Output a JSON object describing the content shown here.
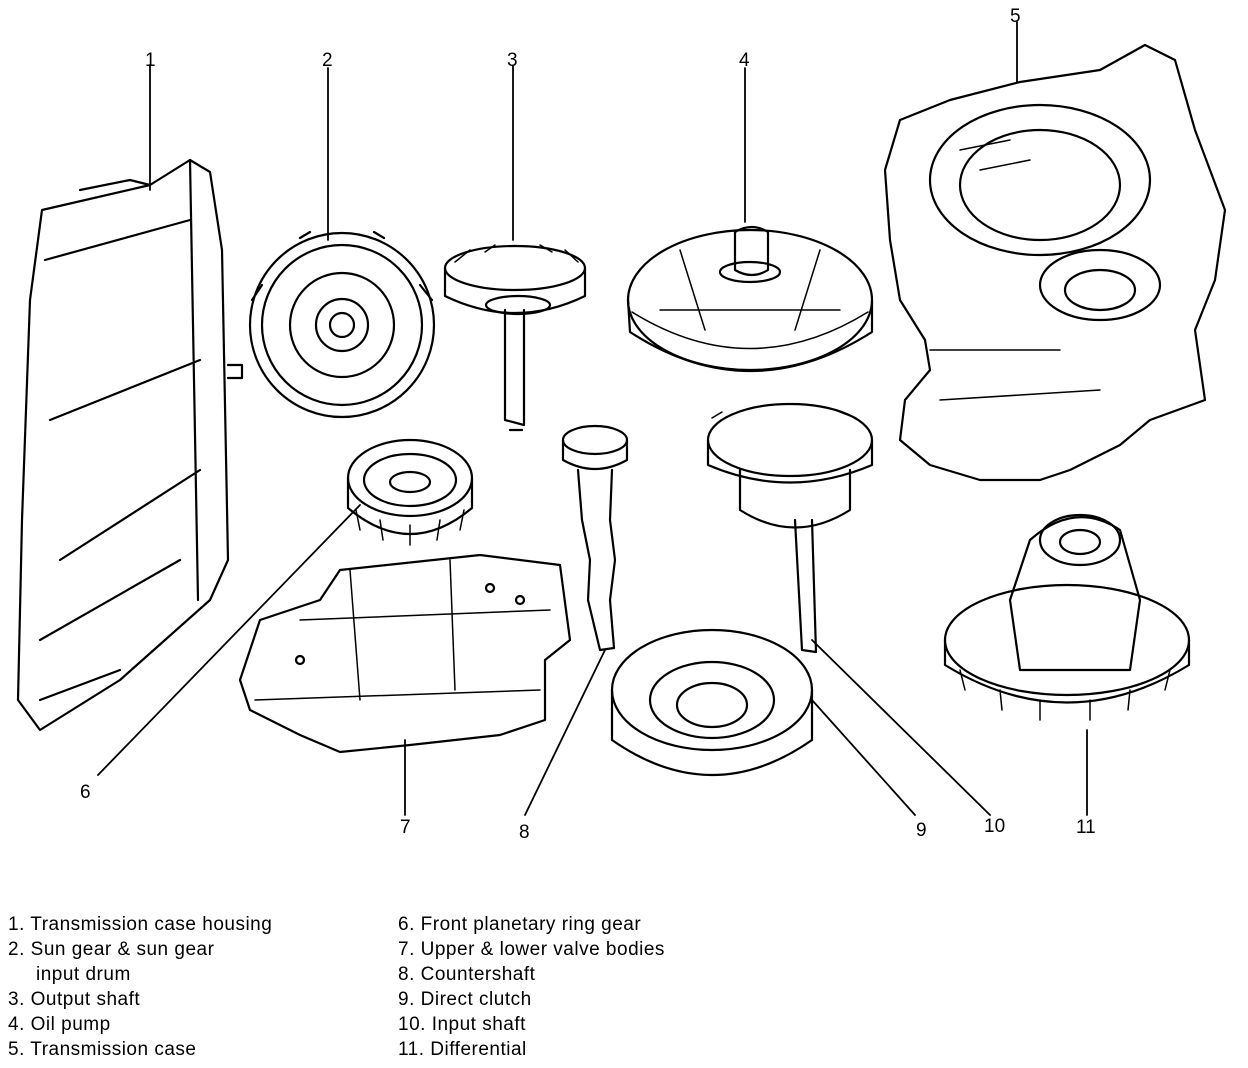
{
  "callouts": {
    "c1": "1",
    "c2": "2",
    "c3": "3",
    "c4": "4",
    "c5": "5",
    "c6": "6",
    "c7": "7",
    "c8": "8",
    "c9": "9",
    "c10": "10",
    "c11": "11"
  },
  "legend": {
    "left": [
      {
        "num": "1.",
        "text": "Transmission case housing"
      },
      {
        "num": "2.",
        "text": "Sun gear & sun gear"
      },
      {
        "num": "",
        "text": "input drum"
      },
      {
        "num": "3.",
        "text": "Output shaft"
      },
      {
        "num": "4.",
        "text": "Oil pump"
      },
      {
        "num": "5.",
        "text": "Transmission case"
      }
    ],
    "right": [
      {
        "num": "6.",
        "text": "Front planetary ring gear"
      },
      {
        "num": "7.",
        "text": "Upper & lower valve bodies"
      },
      {
        "num": "8.",
        "text": "Countershaft"
      },
      {
        "num": "9.",
        "text": "Direct clutch"
      },
      {
        "num": "10.",
        "text": "Input shaft"
      },
      {
        "num": "11.",
        "text": "Differential"
      }
    ]
  }
}
